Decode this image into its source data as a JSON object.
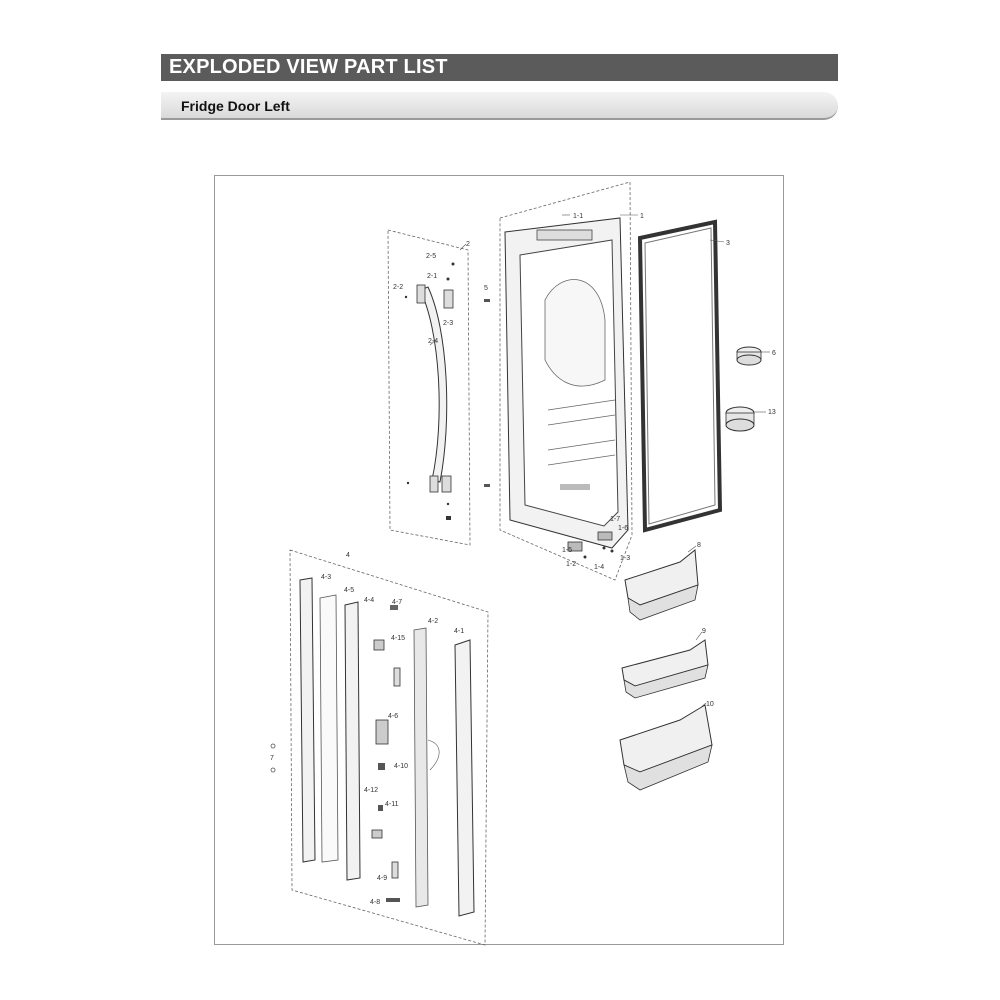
{
  "header": {
    "title": "EXPLODED VIEW PART LIST",
    "subtitle": "Fridge Door Left"
  },
  "callouts": [
    {
      "id": "c1",
      "text": "1"
    },
    {
      "id": "c1-1",
      "text": "1-1"
    },
    {
      "id": "c1-2",
      "text": "1-2"
    },
    {
      "id": "c1-3",
      "text": "1-3"
    },
    {
      "id": "c1-4",
      "text": "1-4"
    },
    {
      "id": "c1-5",
      "text": "1-5"
    },
    {
      "id": "c1-6",
      "text": "1-6"
    },
    {
      "id": "c1-7",
      "text": "1-7"
    },
    {
      "id": "c2",
      "text": "2"
    },
    {
      "id": "c2-1",
      "text": "2-1"
    },
    {
      "id": "c2-2",
      "text": "2-2"
    },
    {
      "id": "c2-3",
      "text": "2-3"
    },
    {
      "id": "c2-4",
      "text": "2-4"
    },
    {
      "id": "c2-5",
      "text": "2-5"
    },
    {
      "id": "c3",
      "text": "3"
    },
    {
      "id": "c4",
      "text": "4"
    },
    {
      "id": "c4-1",
      "text": "4-1"
    },
    {
      "id": "c4-2",
      "text": "4-2"
    },
    {
      "id": "c4-3",
      "text": "4-3"
    },
    {
      "id": "c4-4",
      "text": "4-4"
    },
    {
      "id": "c4-5",
      "text": "4-5"
    },
    {
      "id": "c4-6",
      "text": "4-6"
    },
    {
      "id": "c4-7",
      "text": "4-7"
    },
    {
      "id": "c4-8",
      "text": "4-8"
    },
    {
      "id": "c4-9",
      "text": "4-9"
    },
    {
      "id": "c4-10",
      "text": "4-10"
    },
    {
      "id": "c4-11",
      "text": "4-11"
    },
    {
      "id": "c4-12",
      "text": "4-12"
    },
    {
      "id": "c4-15",
      "text": "4-15"
    },
    {
      "id": "c5",
      "text": "5"
    },
    {
      "id": "c6",
      "text": "6"
    },
    {
      "id": "c7",
      "text": "7"
    },
    {
      "id": "c8",
      "text": "8"
    },
    {
      "id": "c9",
      "text": "9"
    },
    {
      "id": "c10",
      "text": "10"
    },
    {
      "id": "c13",
      "text": "13"
    }
  ]
}
